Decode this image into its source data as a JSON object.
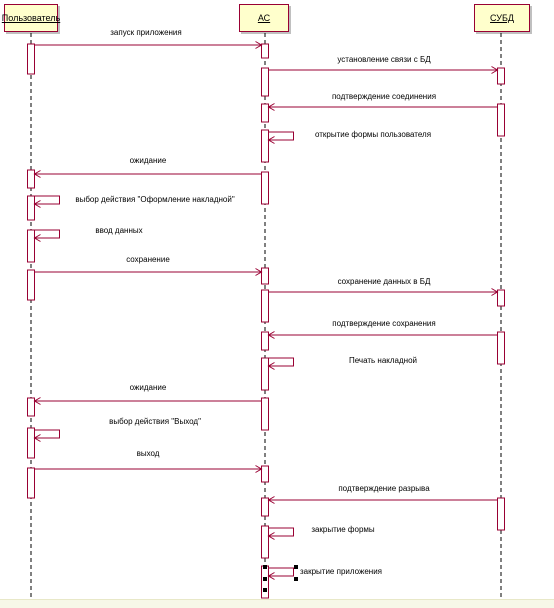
{
  "colors": {
    "line": "#990033",
    "participant_fill": "#ffffcc",
    "activation_fill": "#ffffff",
    "lifeline": "#000000",
    "selection": "#000000"
  },
  "participants": [
    {
      "id": "user",
      "label": "Пользователь"
    },
    {
      "id": "system",
      "label": "АС"
    },
    {
      "id": "dbms",
      "label": "СУБД"
    }
  ],
  "messages": [
    {
      "from": "user",
      "to": "system",
      "label": "запуск приложения"
    },
    {
      "from": "system",
      "to": "dbms",
      "label": "установление связи с БД"
    },
    {
      "from": "dbms",
      "to": "system",
      "label": "подтверждение соединения"
    },
    {
      "from": "system",
      "to": "system",
      "label": "открытие формы пользователя"
    },
    {
      "from": "system",
      "to": "user",
      "label": "ожидание"
    },
    {
      "from": "user",
      "to": "user",
      "label": "выбор действия \"Оформление накладной\""
    },
    {
      "from": "user",
      "to": "user",
      "label": "ввод данных"
    },
    {
      "from": "user",
      "to": "system",
      "label": "сохранение"
    },
    {
      "from": "system",
      "to": "dbms",
      "label": "сохранение данных в БД"
    },
    {
      "from": "dbms",
      "to": "system",
      "label": "подтверждение сохранения"
    },
    {
      "from": "system",
      "to": "system",
      "label": "Печать накладной"
    },
    {
      "from": "system",
      "to": "user",
      "label": "ожидание"
    },
    {
      "from": "user",
      "to": "user",
      "label": "выбор действия \"Выход\""
    },
    {
      "from": "user",
      "to": "system",
      "label": "выход"
    },
    {
      "from": "dbms",
      "to": "system",
      "label": "подтверждение разрыва"
    },
    {
      "from": "system",
      "to": "system",
      "label": "закрытие формы"
    },
    {
      "from": "system",
      "to": "system",
      "label": "закрытие приложения"
    }
  ]
}
